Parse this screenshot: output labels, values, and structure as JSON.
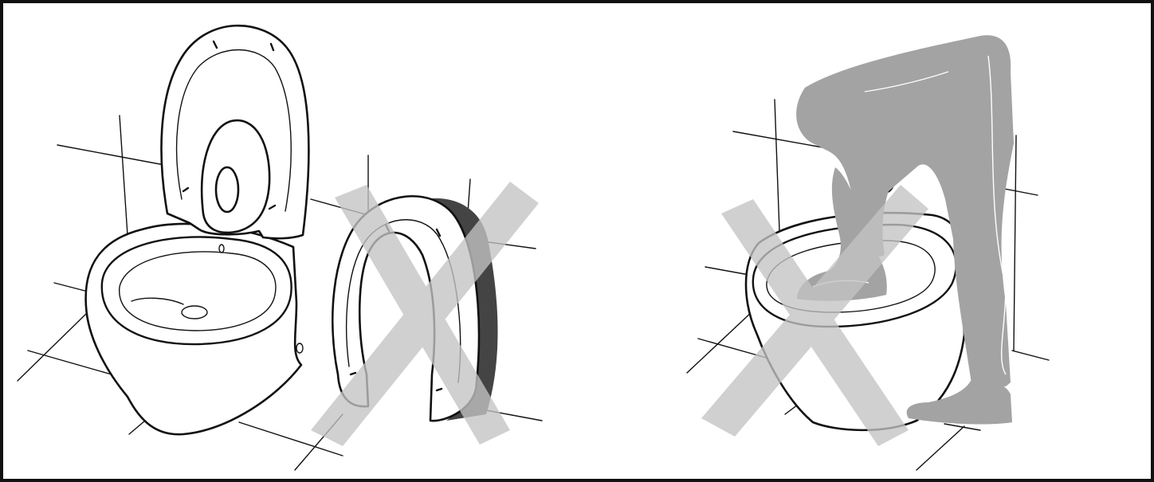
{
  "figure": {
    "panels": [
      {
        "id": "left",
        "depicts": "seat-removed-not-allowed",
        "mark": "cross"
      },
      {
        "id": "right",
        "depicts": "standing-on-toilet-not-allowed",
        "mark": "cross"
      }
    ],
    "colors": {
      "frame": "#111111",
      "background": "#ffffff",
      "cross": "#c4c4c4",
      "person": "#a3a3a3",
      "seat_edge": "#444444"
    }
  }
}
